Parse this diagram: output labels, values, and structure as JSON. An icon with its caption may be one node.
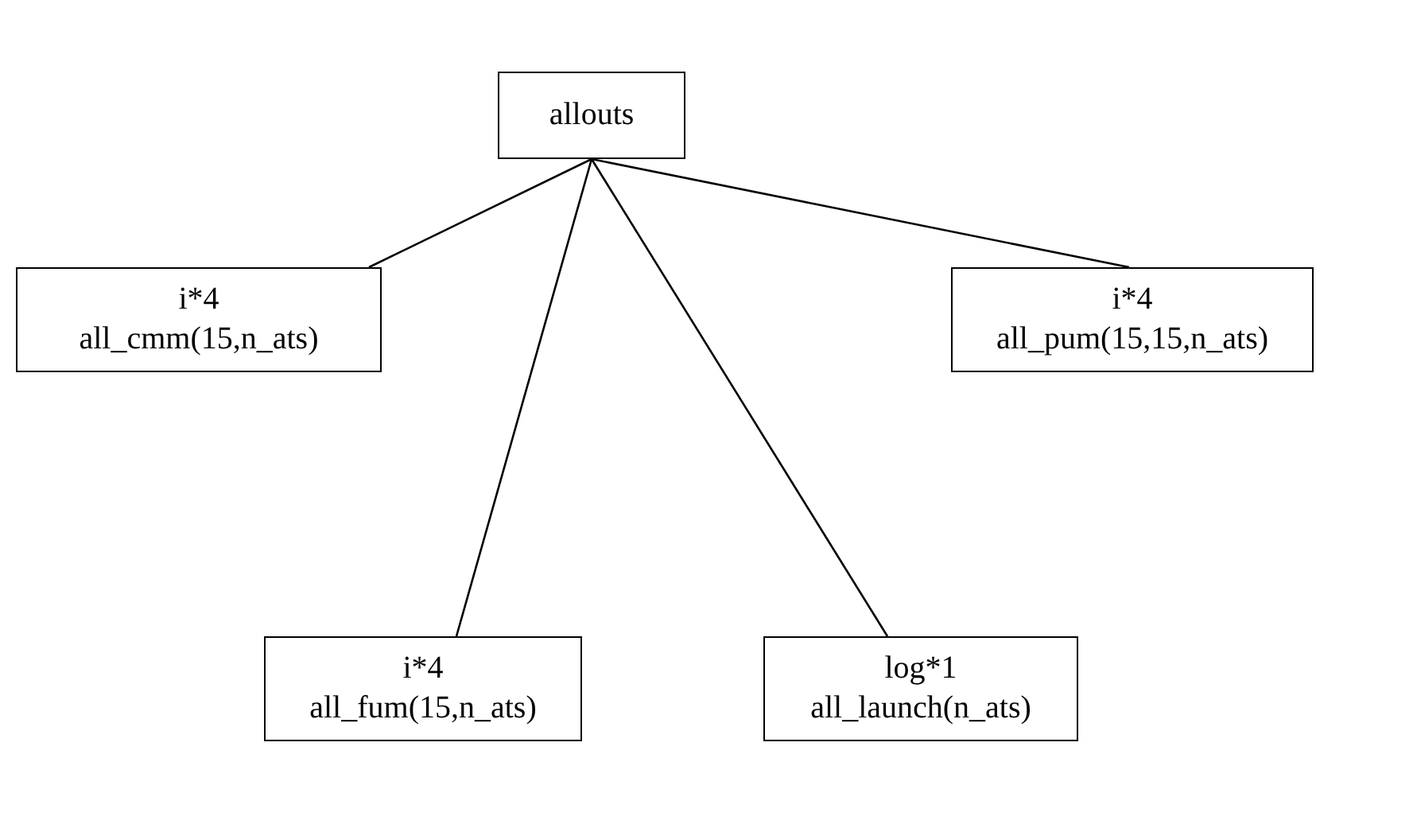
{
  "diagram": {
    "nodes": [
      {
        "text": [
          "allouts"
        ]
      },
      {
        "text": [
          "i*4",
          "all_cmm(15,n_ats)"
        ]
      },
      {
        "text": [
          "i*4",
          "all_pum(15,15,n_ats)"
        ]
      },
      {
        "text": [
          "i*4",
          "all_fum(15,n_ats)"
        ]
      },
      {
        "text": [
          "log*1",
          "all_launch(n_ats)"
        ]
      }
    ],
    "edges": [
      {
        "from": 0,
        "to": 1,
        "arrow": "none"
      },
      {
        "from": 0,
        "to": 3,
        "arrow": "none"
      },
      {
        "from": 0,
        "to": 4,
        "arrow": "none"
      },
      {
        "from": 0,
        "to": 2,
        "arrow": "none"
      }
    ]
  }
}
